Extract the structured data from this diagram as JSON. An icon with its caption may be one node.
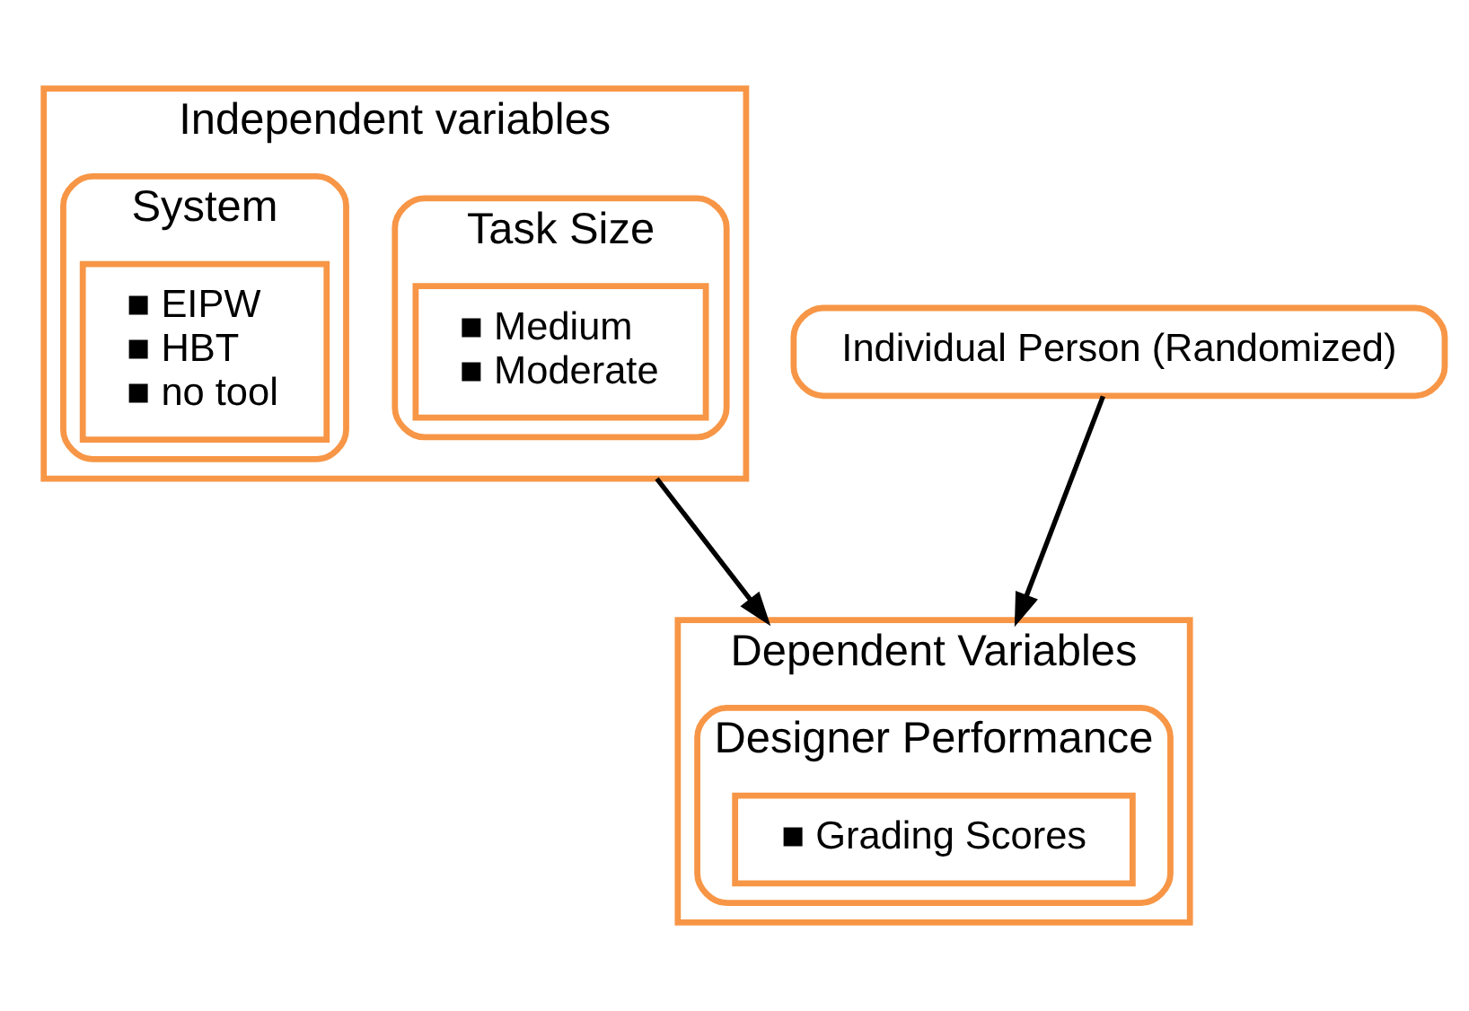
{
  "diagram": {
    "nodes": [
      {
        "text": [
          "Independent variables"
        ]
      },
      {
        "text": [
          "Task Size"
        ],
        "in": 0
      },
      {
        "text": [
          "■ Medium",
          "■ Moderate"
        ],
        "in": 1
      },
      {
        "text": [
          "System"
        ],
        "in": 0
      },
      {
        "text": [
          "■ EIPW",
          "■ HBT",
          "■ no tool"
        ],
        "in": 3
      },
      {
        "text": [
          "Dependent Variables"
        ]
      },
      {
        "text": [
          "Designer Performance"
        ],
        "in": 5
      },
      {
        "text": [
          "■ Grading Scores"
        ],
        "in": 6
      },
      {
        "text": [
          "Individual Person (Randomized)"
        ]
      }
    ],
    "edges": [
      {
        "from": 0,
        "to": 5,
        "arrow": "to"
      },
      {
        "from": 8,
        "to": 5,
        "arrow": "to"
      }
    ]
  }
}
